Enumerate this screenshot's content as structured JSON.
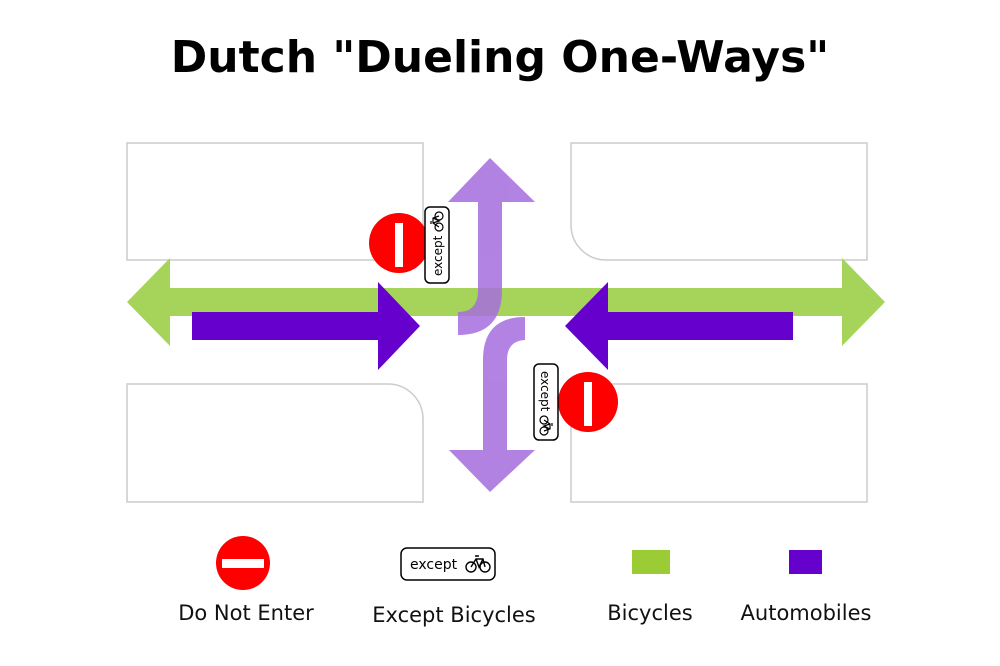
{
  "title": "Dutch \"Dueling One-Ways\"",
  "colors": {
    "bicycle": "#a6d45a",
    "bicycle_legend": "#9ccc35",
    "automobile": "#6600cc",
    "bicycle_contraflow": "#b07fe0",
    "overlap": "#8a6aa0",
    "do_not_enter_red": "#ff0000",
    "block_border": "#cccccc"
  },
  "signs": {
    "except_text": "except",
    "bicycle_icon": "bicycle-icon"
  },
  "legend": {
    "items": [
      {
        "icon": "do-not-enter-icon",
        "label": "Do Not Enter"
      },
      {
        "icon": "except-bicycles-sign",
        "label": "Except Bicycles",
        "sign_text": "except"
      },
      {
        "icon": "bicycles-swatch",
        "label": "Bicycles"
      },
      {
        "icon": "automobiles-swatch",
        "label": "Automobiles"
      }
    ]
  }
}
